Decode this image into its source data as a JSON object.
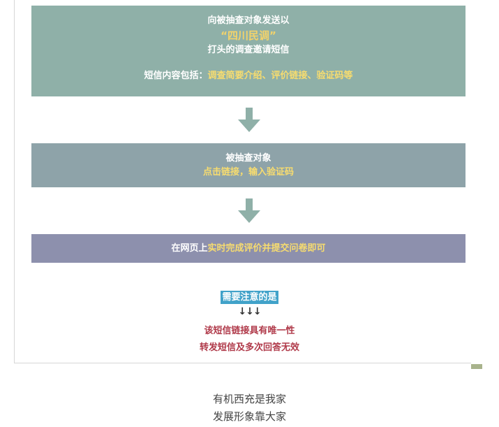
{
  "step1": {
    "line1": "向被抽查对象发送以",
    "quote": "“四川民调”",
    "line3": "打头的调查邀请短信",
    "content_prefix": "短信内容包括：",
    "content_highlight": "调查简要介绍、评价链接、验证码等"
  },
  "step2": {
    "line1": "被抽查对象",
    "line2": "点击链接，输入验证码"
  },
  "step3": {
    "prefix": "在网页上",
    "highlight": "实时完成评价并提交问卷即可"
  },
  "notes": {
    "title": "需要注意的是",
    "arrows": "↓↓↓",
    "item1": "该短信链接具有唯一性",
    "item2": "转发短信及多次回答无效"
  },
  "footer": {
    "line1": "有机西充是我家",
    "line2": "发展形象靠大家"
  },
  "colors": {
    "box1_bg": "#8fb0a8",
    "box2_bg": "#8ea3a9",
    "box3_bg": "#8d90ad",
    "highlight": "#f7dc6f",
    "arrow": "#8fb0a8",
    "note_badge": "#41a2c9",
    "warning": "#b03a4a"
  }
}
